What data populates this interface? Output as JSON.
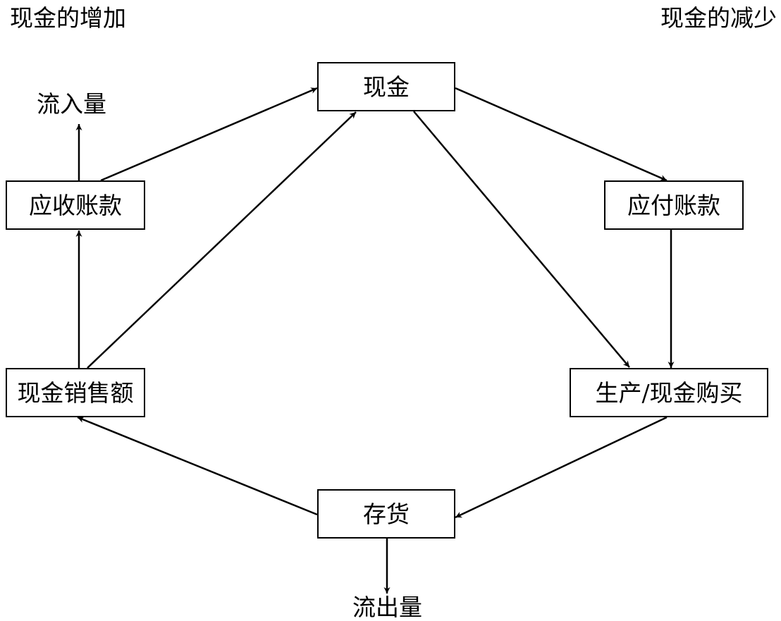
{
  "headings": {
    "cash_increase": "现金的增加",
    "cash_decrease": "现金的减少"
  },
  "nodes": {
    "cash": "现金",
    "accounts_receivable": "应收账款",
    "accounts_payable": "应付账款",
    "cash_sales": "现金销售额",
    "production_cash_purchase": "生产/现金购买",
    "inventory": "存货"
  },
  "flow_labels": {
    "inflow": "流入量",
    "outflow": "流出量"
  },
  "edges": [
    {
      "from": "accounts_receivable",
      "to": "cash"
    },
    {
      "from": "cash_sales",
      "to": "cash"
    },
    {
      "from": "cash_sales",
      "to": "accounts_receivable"
    },
    {
      "from": "accounts_receivable",
      "to": "inflow"
    },
    {
      "from": "cash",
      "to": "accounts_payable"
    },
    {
      "from": "cash",
      "to": "production_cash_purchase"
    },
    {
      "from": "accounts_payable",
      "to": "production_cash_purchase"
    },
    {
      "from": "production_cash_purchase",
      "to": "inventory"
    },
    {
      "from": "inventory",
      "to": "cash_sales"
    },
    {
      "from": "inventory",
      "to": "outflow"
    }
  ],
  "colors": {
    "stroke": "#000000",
    "background": "#ffffff"
  }
}
